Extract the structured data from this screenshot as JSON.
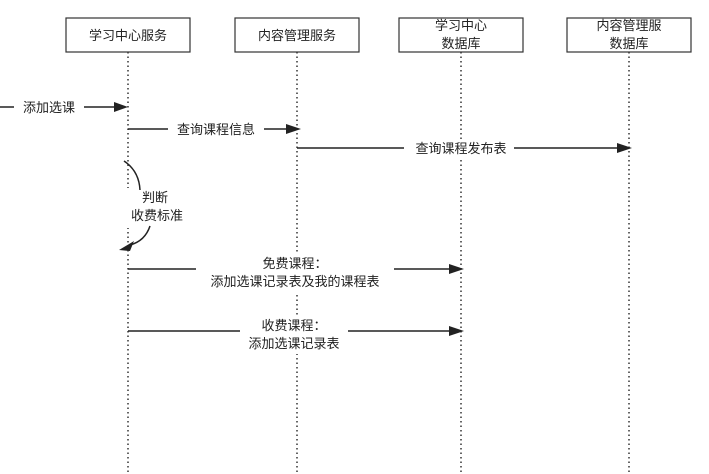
{
  "diagram": {
    "type": "sequence",
    "lifelines": [
      {
        "id": "learning",
        "label_lines": [
          "学习中心服务"
        ]
      },
      {
        "id": "content",
        "label_lines": [
          "内容管理服务"
        ]
      },
      {
        "id": "learning_db",
        "label_lines": [
          "学习中心",
          "数据库"
        ]
      },
      {
        "id": "content_db",
        "label_lines": [
          "内容管理服",
          "数据库"
        ]
      }
    ],
    "messages": [
      {
        "id": "add-course",
        "from": "external",
        "to": "learning",
        "label_lines": [
          "添加选课"
        ]
      },
      {
        "id": "query-course-info",
        "from": "learning",
        "to": "content",
        "label_lines": [
          "查询课程信息"
        ]
      },
      {
        "id": "query-course-publish",
        "from": "content",
        "to": "content_db",
        "label_lines": [
          "查询课程发布表"
        ]
      },
      {
        "id": "judge-fee",
        "from": "learning",
        "to": "learning",
        "self": true,
        "label_lines": [
          "判断",
          "收费标准"
        ]
      },
      {
        "id": "free-course",
        "from": "learning",
        "to": "learning_db",
        "label_lines": [
          "免费课程：",
          "添加选课记录表及我的课程表"
        ]
      },
      {
        "id": "paid-course",
        "from": "learning",
        "to": "learning_db",
        "label_lines": [
          "收费课程：",
          "添加选课记录表"
        ]
      }
    ]
  }
}
